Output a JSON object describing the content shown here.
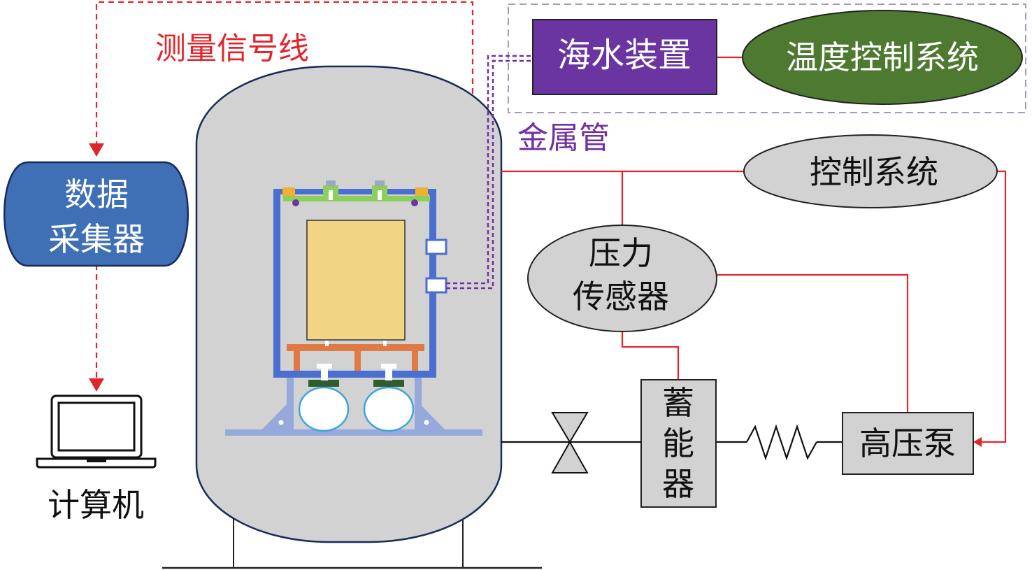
{
  "labels": {
    "measurement_signal_line": "测量信号线",
    "seawater_device": "海水装置",
    "temperature_control_system": "温度控制系统",
    "metal_pipe": "金属管",
    "control_system": "控制系统",
    "data_collector_line1": "数据",
    "data_collector_line2": "采集器",
    "pressure_sensor_line1": "压力",
    "pressure_sensor_line2": "传感器",
    "accumulator_line1": "蓄",
    "accumulator_line2": "能",
    "accumulator_line3": "器",
    "high_pressure_pump": "高压泵",
    "computer": "计算机"
  },
  "colors": {
    "signal_red": "#e0262b",
    "pipe_purple": "#7030a0",
    "vessel_gray": "#d2d2d2",
    "collector_blue": "#3f6fb5",
    "seawater_purple": "#6a35a0",
    "temp_green": "#4d7a30",
    "frame_blue": "#4a6fd1",
    "sample_yellow": "#f1d585",
    "support_orange": "#e07a45",
    "clamp_green": "#8ccf5a",
    "base_lightblue": "#95a9dc"
  },
  "icons": {
    "computer": "laptop-icon",
    "valve": "valve-icon",
    "spring": "spring-icon"
  }
}
